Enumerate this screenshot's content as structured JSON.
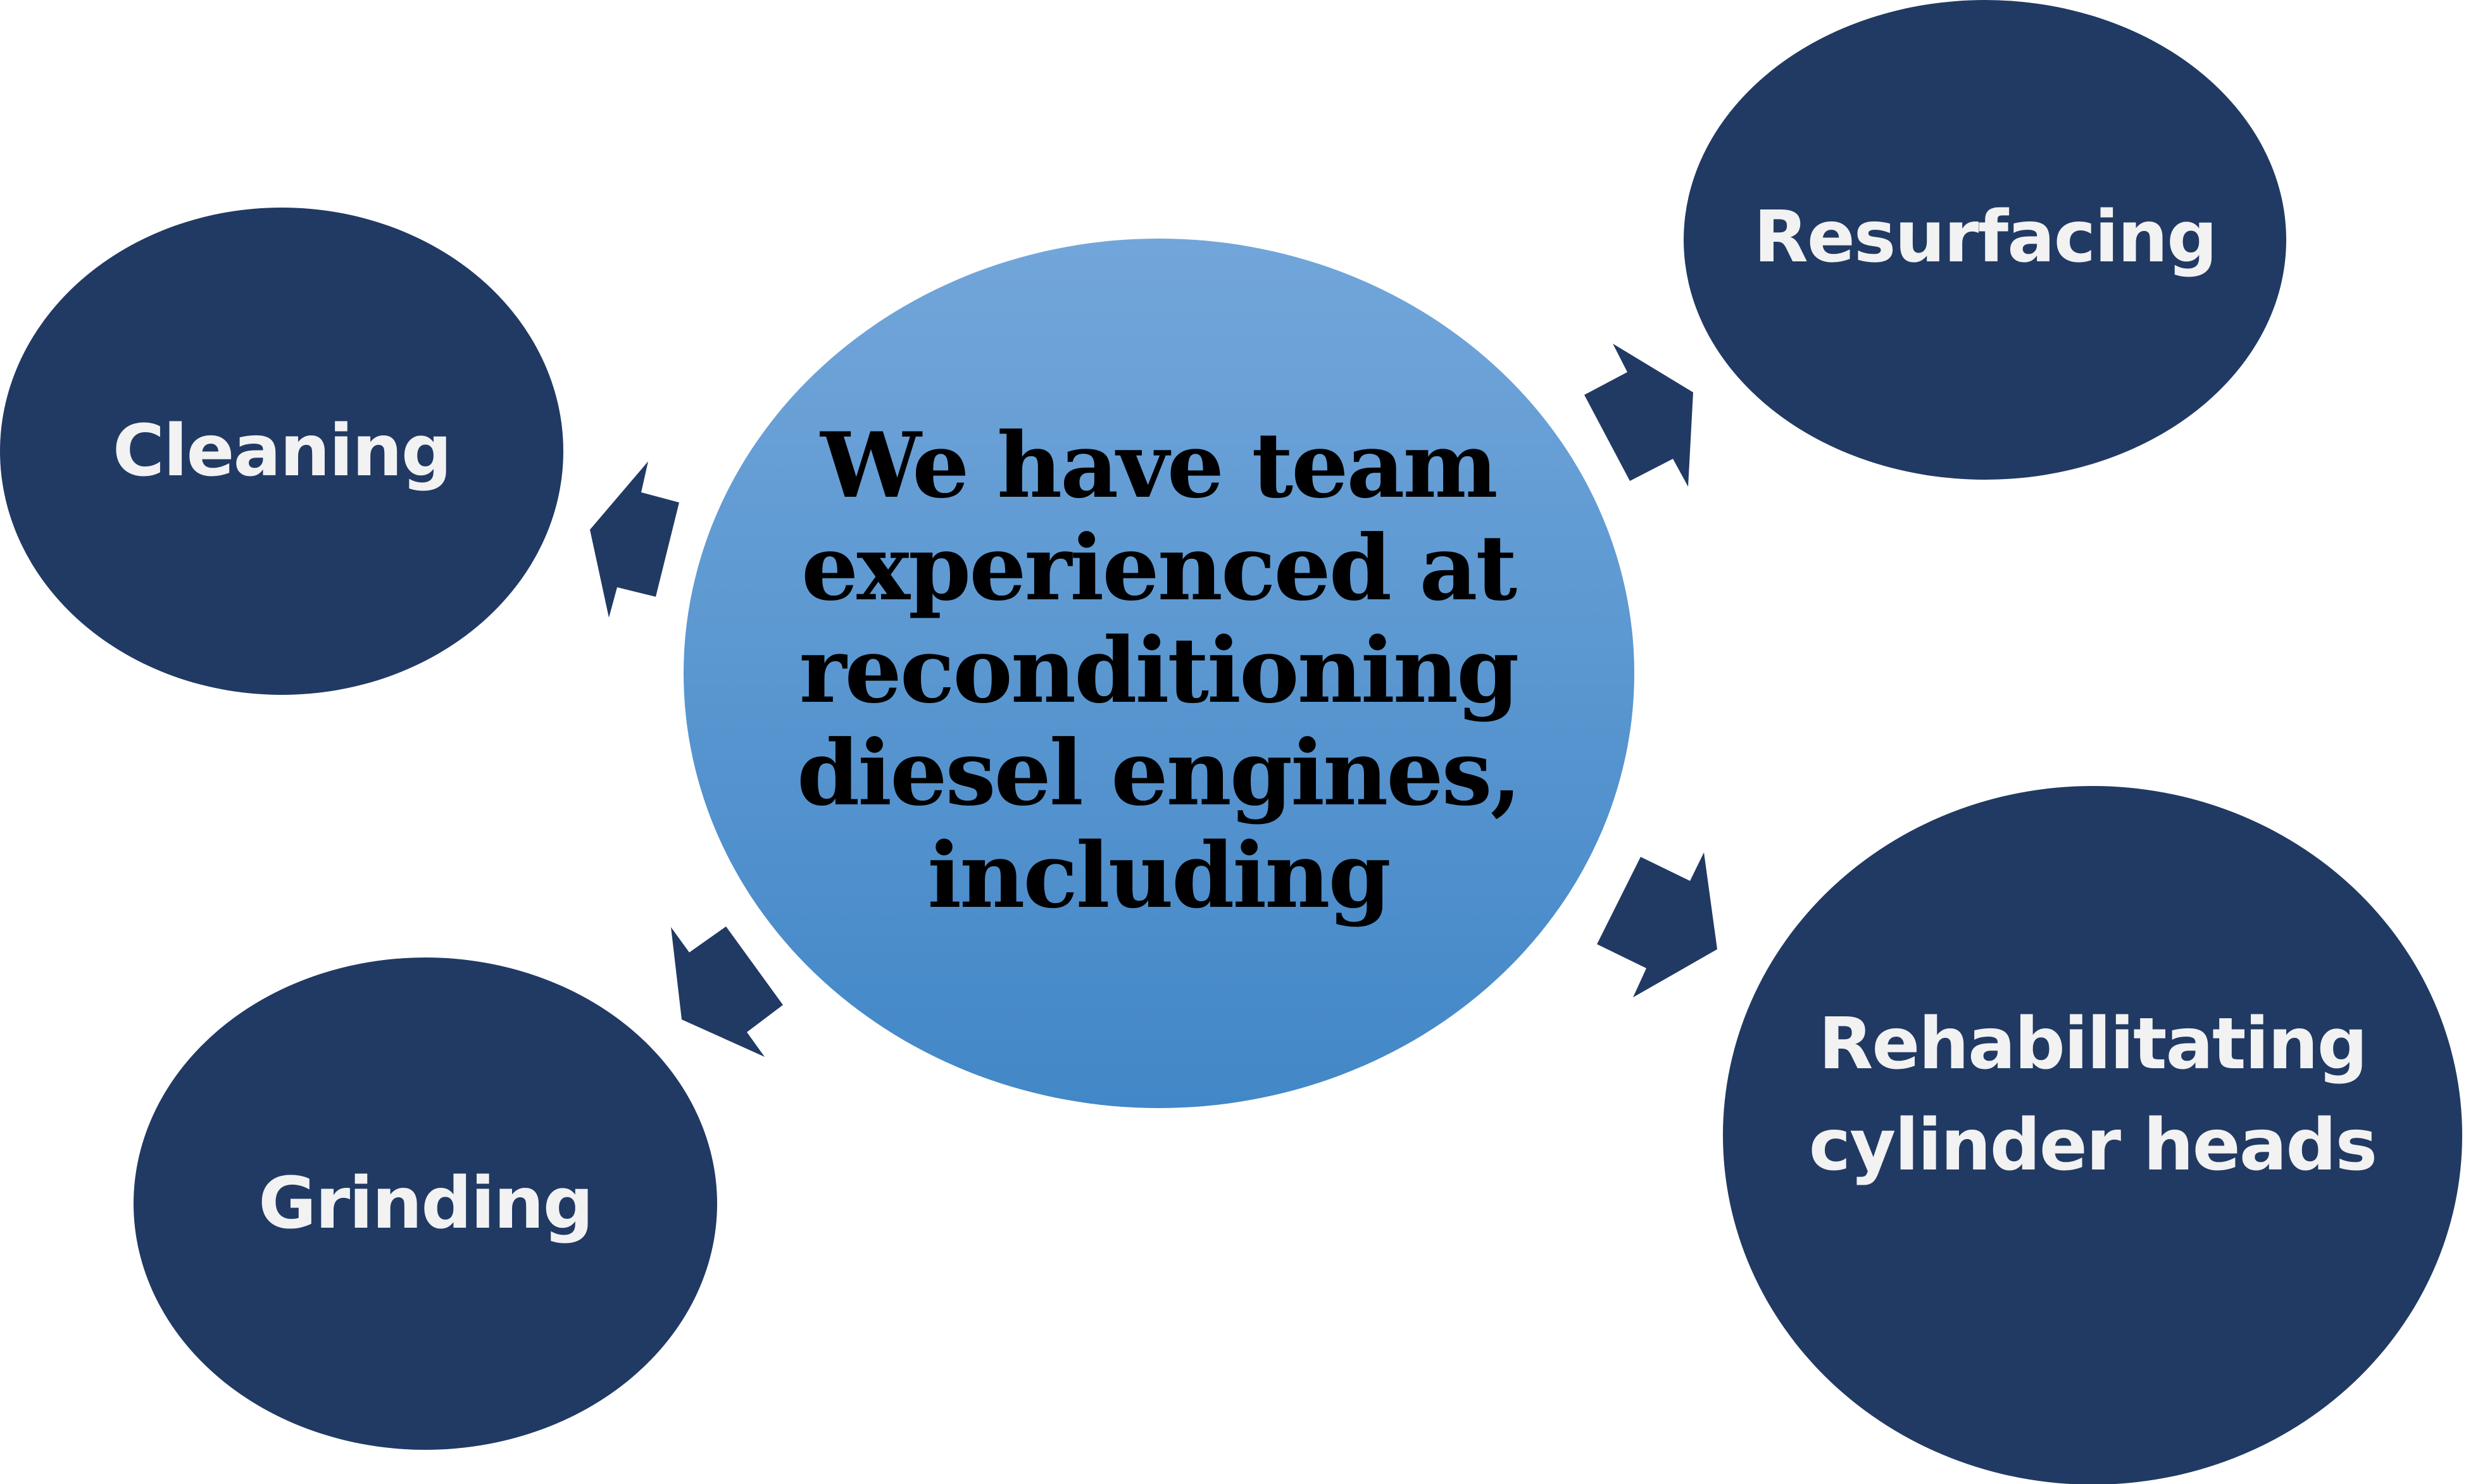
{
  "diagram": {
    "center": {
      "lines": [
        "We have team",
        "experienced at",
        "reconditioning",
        "diesel engines,",
        "including"
      ]
    },
    "nodes": [
      {
        "id": "cleaning",
        "label": "Cleaning"
      },
      {
        "id": "resurfacing",
        "label": "Resurfacing"
      },
      {
        "id": "grinding",
        "label": "Grinding"
      },
      {
        "id": "rehabilitating",
        "label_lines": [
          "Rehabilitating",
          "cylinder heads"
        ]
      }
    ],
    "arrows": [
      {
        "from": "center",
        "to": "cleaning"
      },
      {
        "from": "center",
        "to": "resurfacing"
      },
      {
        "from": "center",
        "to": "grinding"
      },
      {
        "from": "center",
        "to": "rehabilitating"
      }
    ],
    "colors": {
      "node_fill": "#213A64",
      "node_text": "#F2F2F2",
      "center_fill_top": "#72A6DA",
      "center_fill_bottom": "#4287C7",
      "center_text": "#000000",
      "arrow_fill": "#213A64",
      "background": "#FFFFFF"
    }
  }
}
